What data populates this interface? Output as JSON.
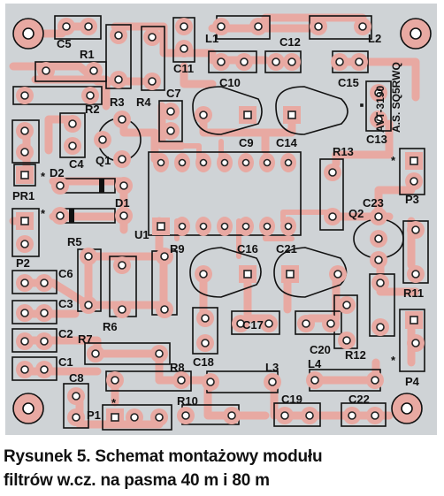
{
  "board": {
    "side_label_1": "AVT-3190",
    "side_label_2": "A.S. SQ5RWQ",
    "marker": "*",
    "components": {
      "C5": "C5",
      "R1": "R1",
      "R2": "R2",
      "C11": "C11",
      "L1": "L1",
      "C12": "C12",
      "L2": "L2",
      "C10": "C10",
      "C15": "C15",
      "R3": "R3",
      "R4": "R4",
      "C7": "C7",
      "C4": "C4",
      "Q1": "Q1",
      "C9": "C9",
      "C14": "C14",
      "C13": "C13",
      "R13": "R13",
      "D2": "D2",
      "PR1": "PR1",
      "D1": "D1",
      "P3": "P3",
      "C23": "C23",
      "Q2": "Q2",
      "U1": "U1",
      "R9": "R9",
      "P2": "P2",
      "C16": "C16",
      "C21": "C21",
      "R5": "R5",
      "C6": "C6",
      "R11": "R11",
      "C3": "C3",
      "R6": "R6",
      "C2": "C2",
      "R7": "R7",
      "C17": "C17",
      "C20": "C20",
      "R12": "R12",
      "C1": "C1",
      "R8": "R8",
      "C18": "C18",
      "L3": "L3",
      "L4": "L4",
      "P4": "P4",
      "C8": "C8",
      "P1": "P1",
      "R10": "R10",
      "C19": "C19",
      "C22": "C22"
    }
  },
  "caption": {
    "line1": "Rysunek 5. Schemat montażowy modułu",
    "line2": "filtrów w.cz. na pasma 40 m i 80 m"
  }
}
